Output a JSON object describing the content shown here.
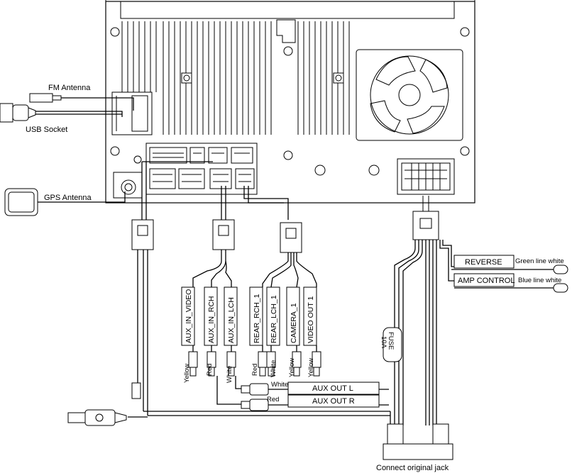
{
  "labels": {
    "fm_antenna": "FM Antenna",
    "usb_socket": "USB Socket",
    "gps_antenna": "GPS Antenna",
    "reverse": "REVERSE",
    "reverse_wire": "Green line white",
    "amp_control": "AMP CONTROL",
    "amp_wire": "Blue line white",
    "fuse": "FUSE",
    "fuse_rating": "10A",
    "connect_jack": "Connect original jack",
    "aux_out_l": "AUX OUT L",
    "aux_out_r": "AUX OUT R"
  },
  "rca_ports": [
    {
      "label": "AUX_IN_VIDEO",
      "color": "Yellow"
    },
    {
      "label": "AUX_IN_RCH",
      "color": "Red"
    },
    {
      "label": "AUX_IN_LCH",
      "color": "White"
    },
    {
      "label": "REAR_RCH_1",
      "color": "Red"
    },
    {
      "label": "REAR_LCH_1",
      "color": "White"
    },
    {
      "label": "CAMERA_1",
      "color": "Yellow"
    },
    {
      "label": "VIDEO OUT 1",
      "color": "Yellow"
    }
  ],
  "aux_out_wires": {
    "left": "White",
    "right": "Red"
  }
}
